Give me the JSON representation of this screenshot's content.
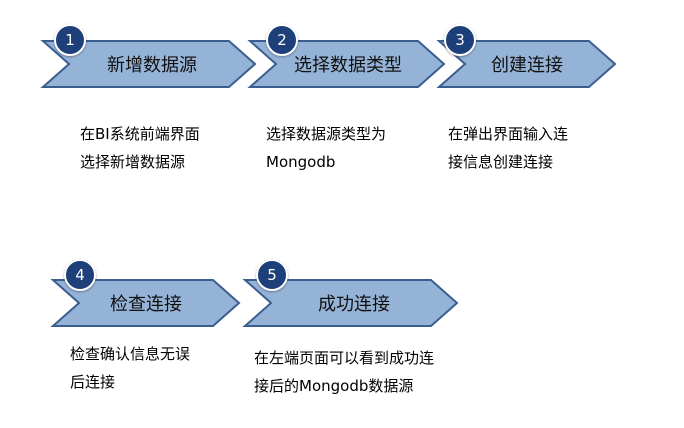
{
  "colors": {
    "arrow_fill": "#95b3d7",
    "arrow_stroke": "#3b5e91",
    "badge_fill": "#1d3f7a",
    "badge_text": "#ffffff"
  },
  "steps": [
    {
      "number": "1",
      "title": "新增数据源",
      "desc_line1": "在BI系统前端界面",
      "desc_line2": "选择新增数据源"
    },
    {
      "number": "2",
      "title": "选择数据类型",
      "desc_line1": "选择数据源类型为",
      "desc_line2": "Mongodb"
    },
    {
      "number": "3",
      "title": "创建连接",
      "desc_line1": "在弹出界面输入连",
      "desc_line2": "接信息创建连接"
    },
    {
      "number": "4",
      "title": "检查连接",
      "desc_line1": "检查确认信息无误",
      "desc_line2": "后连接"
    },
    {
      "number": "5",
      "title": "成功连接",
      "desc_line1": "在左端页面可以看到成功连",
      "desc_line2": "接后的Mongodb数据源"
    }
  ]
}
